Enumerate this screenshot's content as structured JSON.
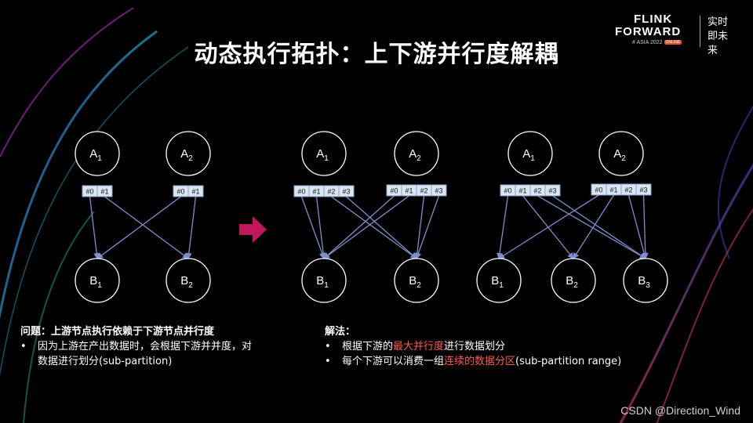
{
  "title": "动态执行拓扑：上下游并行度解耦",
  "logo": {
    "line1": "FLINK",
    "line2": "FORWARD",
    "line3": "# ASIA 2022",
    "badge": "ONLINE",
    "cn_lines": "实时即未来"
  },
  "diagrams": [
    {
      "upstream": [
        {
          "letter": "A",
          "sub": "1",
          "partitions": [
            "#0",
            "#1"
          ]
        },
        {
          "letter": "A",
          "sub": "2",
          "partitions": [
            "#0",
            "#1"
          ]
        }
      ],
      "downstream": [
        {
          "letter": "B",
          "sub": "1"
        },
        {
          "letter": "B",
          "sub": "2"
        }
      ]
    },
    {
      "upstream": [
        {
          "letter": "A",
          "sub": "1",
          "partitions": [
            "#0",
            "#1",
            "#2",
            "#3"
          ]
        },
        {
          "letter": "A",
          "sub": "2",
          "partitions": [
            "#0",
            "#1",
            "#2",
            "#3"
          ]
        }
      ],
      "downstream": [
        {
          "letter": "B",
          "sub": "1"
        },
        {
          "letter": "B",
          "sub": "2"
        }
      ]
    },
    {
      "upstream": [
        {
          "letter": "A",
          "sub": "1",
          "partitions": [
            "#0",
            "#1",
            "#2",
            "#3"
          ]
        },
        {
          "letter": "A",
          "sub": "2",
          "partitions": [
            "#0",
            "#1",
            "#2",
            "#3"
          ]
        }
      ],
      "downstream": [
        {
          "letter": "B",
          "sub": "1"
        },
        {
          "letter": "B",
          "sub": "2"
        },
        {
          "letter": "B",
          "sub": "3"
        }
      ]
    }
  ],
  "problem": {
    "heading": "问题：上游节点执行依赖于下游节点并行度",
    "bullet_line1": "因为上游在产出数据时，会根据下游并并度，对",
    "bullet_line2": "数据进行划分(sub-partition)"
  },
  "solution": {
    "heading": "解法：",
    "b1_pre": "根据下游的",
    "b1_hl": "最大并行度",
    "b1_post": "进行数据划分",
    "b2_pre": "每个下游可以消费一组",
    "b2_hl": "连续的数据分区",
    "b2_post": "(sub-partition range)"
  },
  "bullet_char": "•",
  "watermark": "CSDN @Direction_Wind",
  "colors": {
    "highlight": "#ff5b4f",
    "arrow": "#c2185b",
    "edge": "#7e8fd0",
    "partition_fill": "#dbe6f4"
  }
}
